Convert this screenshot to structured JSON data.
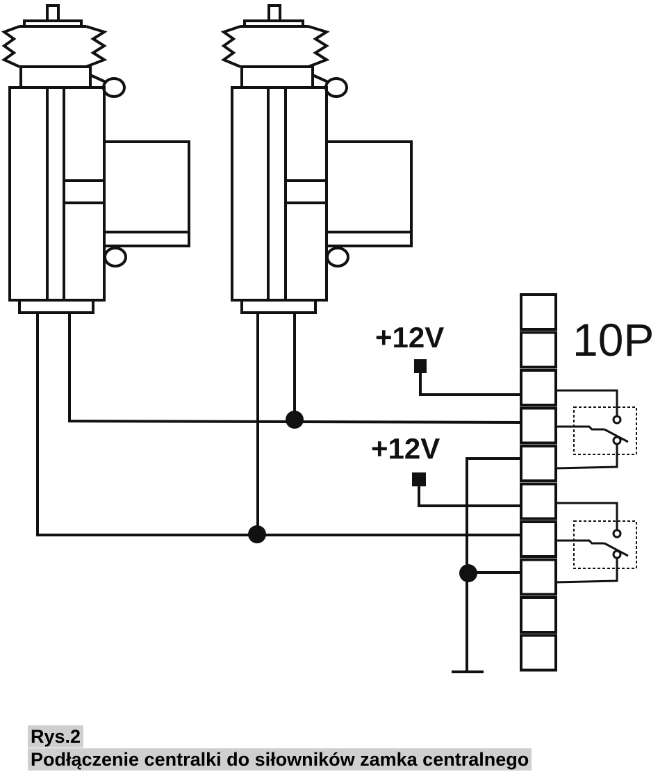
{
  "diagram": {
    "supply_label_1": "+12V",
    "supply_label_2": "+12V",
    "connector_label": "10P",
    "connector_pins": 10
  },
  "caption": {
    "number": "Rys.2",
    "title": "Podłączenie centralki do siłowników zamka centralnego"
  }
}
